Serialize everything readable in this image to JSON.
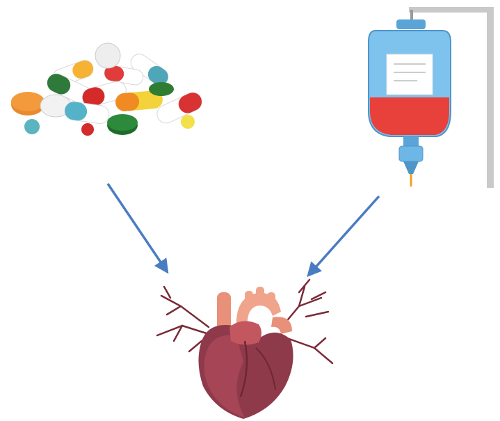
{
  "diagram": {
    "nodes": [
      {
        "id": "pills",
        "icon": "pills-pile-icon"
      },
      {
        "id": "iv-bag",
        "icon": "iv-drip-bag-icon"
      },
      {
        "id": "heart",
        "icon": "anatomical-heart-icon"
      }
    ],
    "edges": [
      {
        "from": "pills",
        "to": "heart"
      },
      {
        "from": "iv-bag",
        "to": "heart"
      }
    ],
    "colors": {
      "arrow": "#4a7cc4",
      "heart": "#8e3a4a",
      "vessels": "#f0a48c",
      "iv_fluid": "#e8413b",
      "iv_bag": "#6fb6e8"
    }
  }
}
